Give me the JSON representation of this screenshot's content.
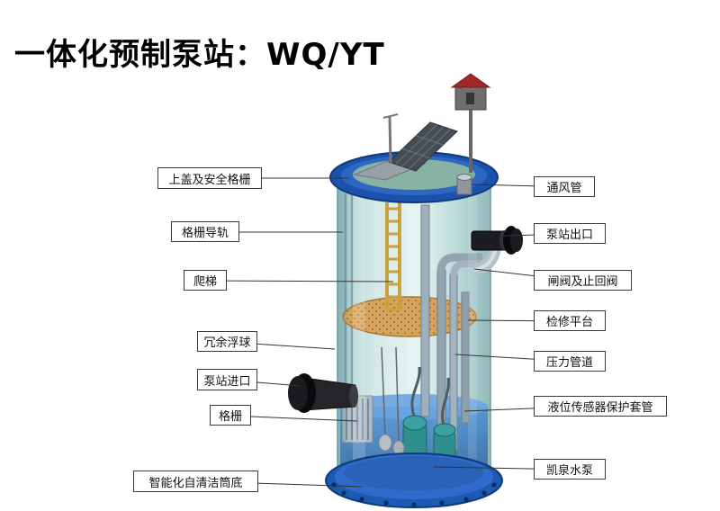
{
  "title": "一体化预制泵站：WQ/YT",
  "labels": {
    "left": [
      {
        "id": "top-cover-safety-grille",
        "text": "上盖及安全格栅"
      },
      {
        "id": "grille-guide-rail",
        "text": "格栅导轨"
      },
      {
        "id": "ladder",
        "text": "爬梯"
      },
      {
        "id": "redundant-float-ball",
        "text": "冗余浮球"
      },
      {
        "id": "pump-station-inlet",
        "text": "泵站进口"
      },
      {
        "id": "grille",
        "text": "格栅"
      },
      {
        "id": "self-cleaning-bottom",
        "text": "智能化自清洁筒底"
      }
    ],
    "right": [
      {
        "id": "vent-pipe",
        "text": "通风管"
      },
      {
        "id": "pump-station-outlet",
        "text": "泵站出口"
      },
      {
        "id": "gate-check-valve",
        "text": "闸阀及止回阀"
      },
      {
        "id": "maintenance-platform",
        "text": "检修平台"
      },
      {
        "id": "pressure-pipeline",
        "text": "压力管道"
      },
      {
        "id": "level-sensor-sleeve",
        "text": "液位传感器保护套管"
      },
      {
        "id": "kaiquan-water-pump",
        "text": "凯泉水泵"
      }
    ]
  },
  "colors": {
    "lid_blue": "#1b52ab",
    "base_blue": "#1d5ab2",
    "glass_teal": "#bcdcdc",
    "platform_tan": "#d7a45e",
    "water_blue": "#3f7cc0",
    "roof_red": "#a02828",
    "ladder_yellow": "#c9a23f"
  }
}
